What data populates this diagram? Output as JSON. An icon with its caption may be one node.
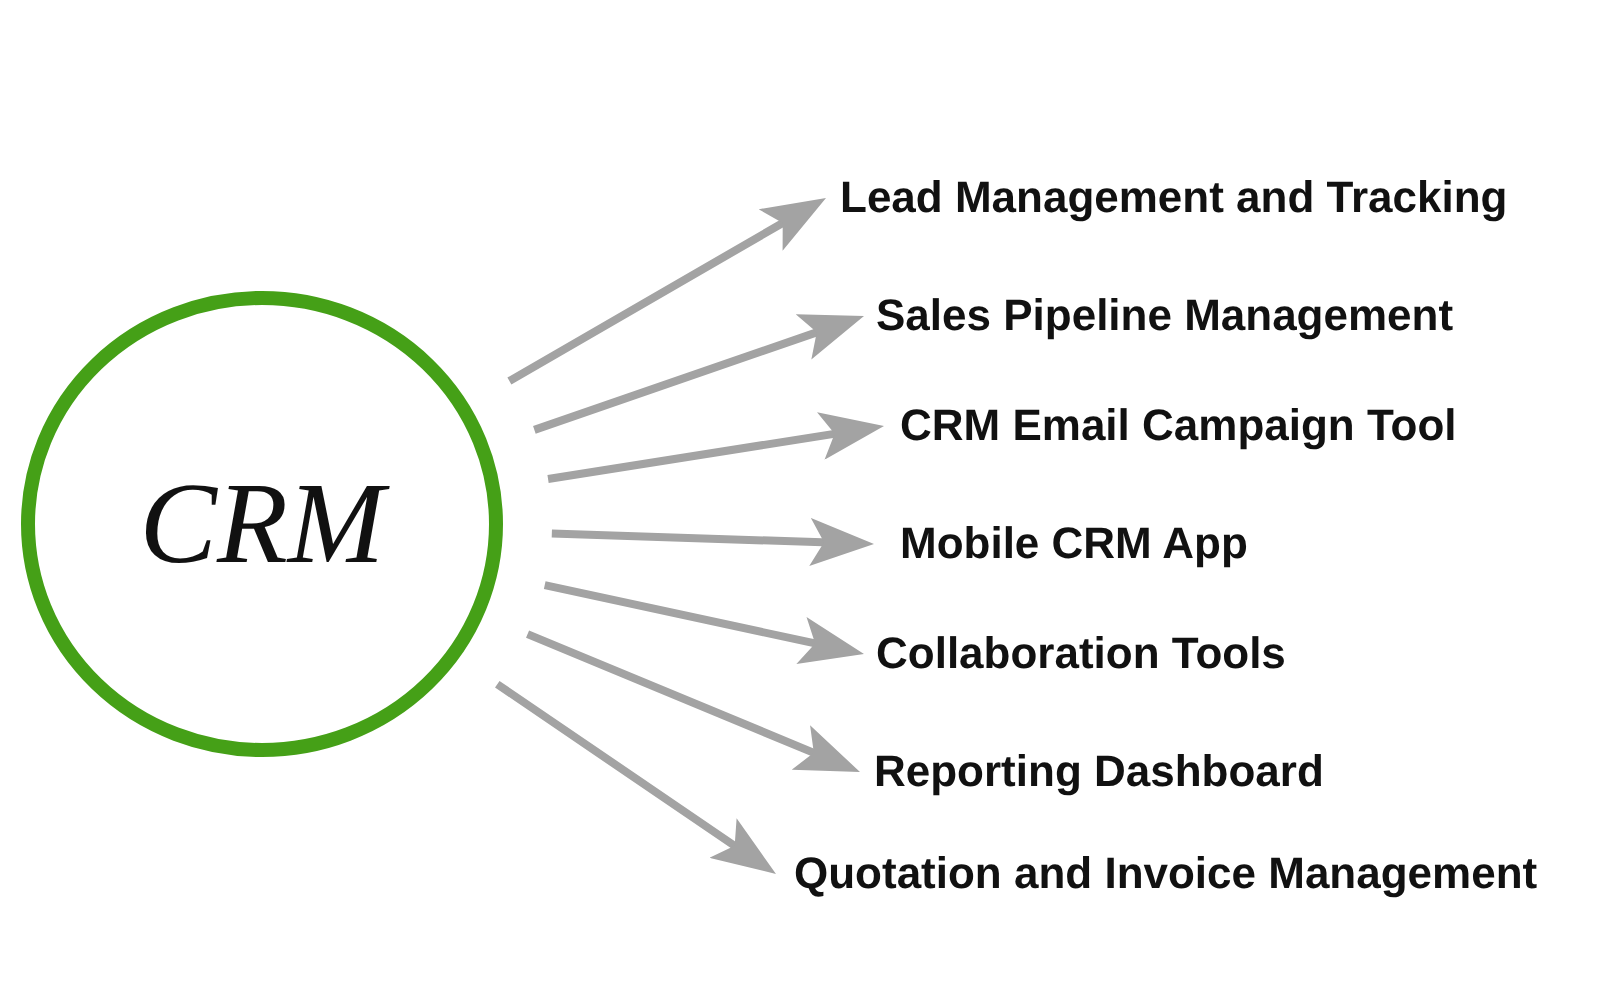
{
  "diagram": {
    "nodes": [
      {
        "text": [
          "CRM"
        ]
      },
      {
        "text": [
          "Lead Management and Tracking"
        ]
      },
      {
        "text": [
          "Sales Pipeline Management"
        ]
      },
      {
        "text": [
          "CRM Email Campaign Tool"
        ]
      },
      {
        "text": [
          "Mobile CRM App"
        ]
      },
      {
        "text": [
          "Collaboration Tools"
        ]
      },
      {
        "text": [
          "Reporting Dashboard"
        ]
      },
      {
        "text": [
          "Quotation and Invoice Management"
        ]
      }
    ],
    "edges": [
      {
        "from": 0,
        "to": 1,
        "arrow": "to"
      },
      {
        "from": 0,
        "to": 2,
        "arrow": "to"
      },
      {
        "from": 0,
        "to": 3,
        "arrow": "to"
      },
      {
        "from": 0,
        "to": 4,
        "arrow": "to"
      },
      {
        "from": 0,
        "to": 5,
        "arrow": "to"
      },
      {
        "from": 0,
        "to": 6,
        "arrow": "to"
      },
      {
        "from": 0,
        "to": 7,
        "arrow": "to"
      }
    ]
  }
}
